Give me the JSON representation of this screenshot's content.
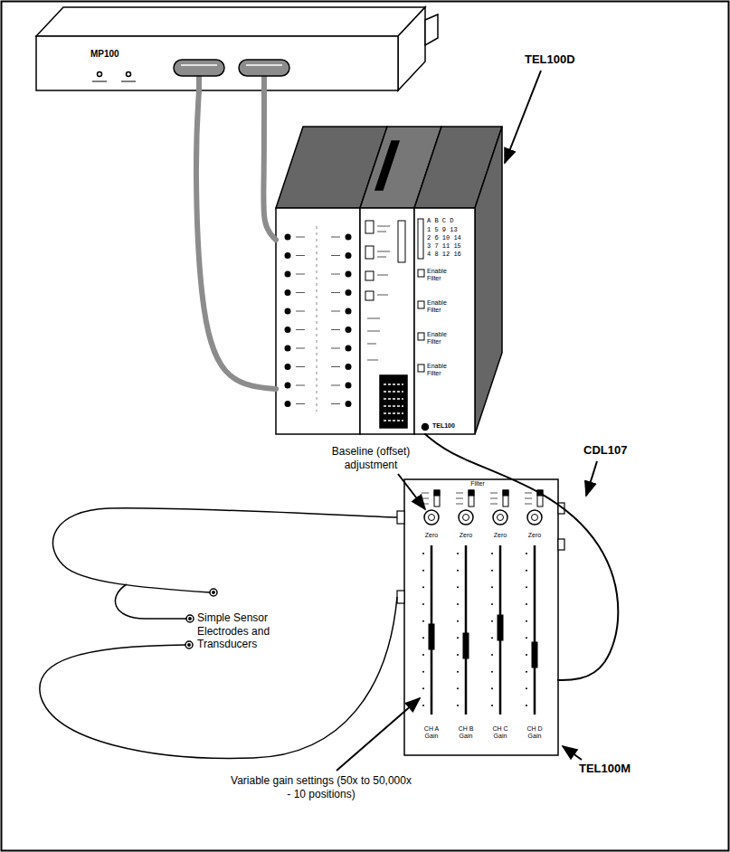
{
  "diagram": {
    "nodes": [
      {
        "text": [
          "MP100"
        ]
      },
      {
        "text": [
          "A B C D",
          "1 5 9 13",
          "2 6 10 14",
          "3 7 11 15",
          "4 8 12 16",
          "Enable Filter",
          "Enable Filter",
          "Enable Filter",
          "Enable Filter",
          "TEL100"
        ]
      },
      {
        "text": [
          "Filter",
          "Zero",
          "Zero",
          "Zero",
          "Zero",
          "CH A Gain",
          "CH B Gain",
          "CH C Gain",
          "CH D Gain"
        ]
      }
    ],
    "edges": [
      {
        "from": 0,
        "to": 1,
        "arrow": "none"
      },
      {
        "from": 0,
        "to": 1,
        "arrow": "none"
      },
      {
        "from": 1,
        "to": 2,
        "arrow": "none"
      }
    ],
    "labels": [
      "TEL100D",
      "CDL107",
      "Baseline (offset) adjustment",
      "Simple Sensor Electrodes and Transducers",
      "Variable gain settings (50x to 50,000x - 10 positions)",
      "TEL100M"
    ]
  }
}
